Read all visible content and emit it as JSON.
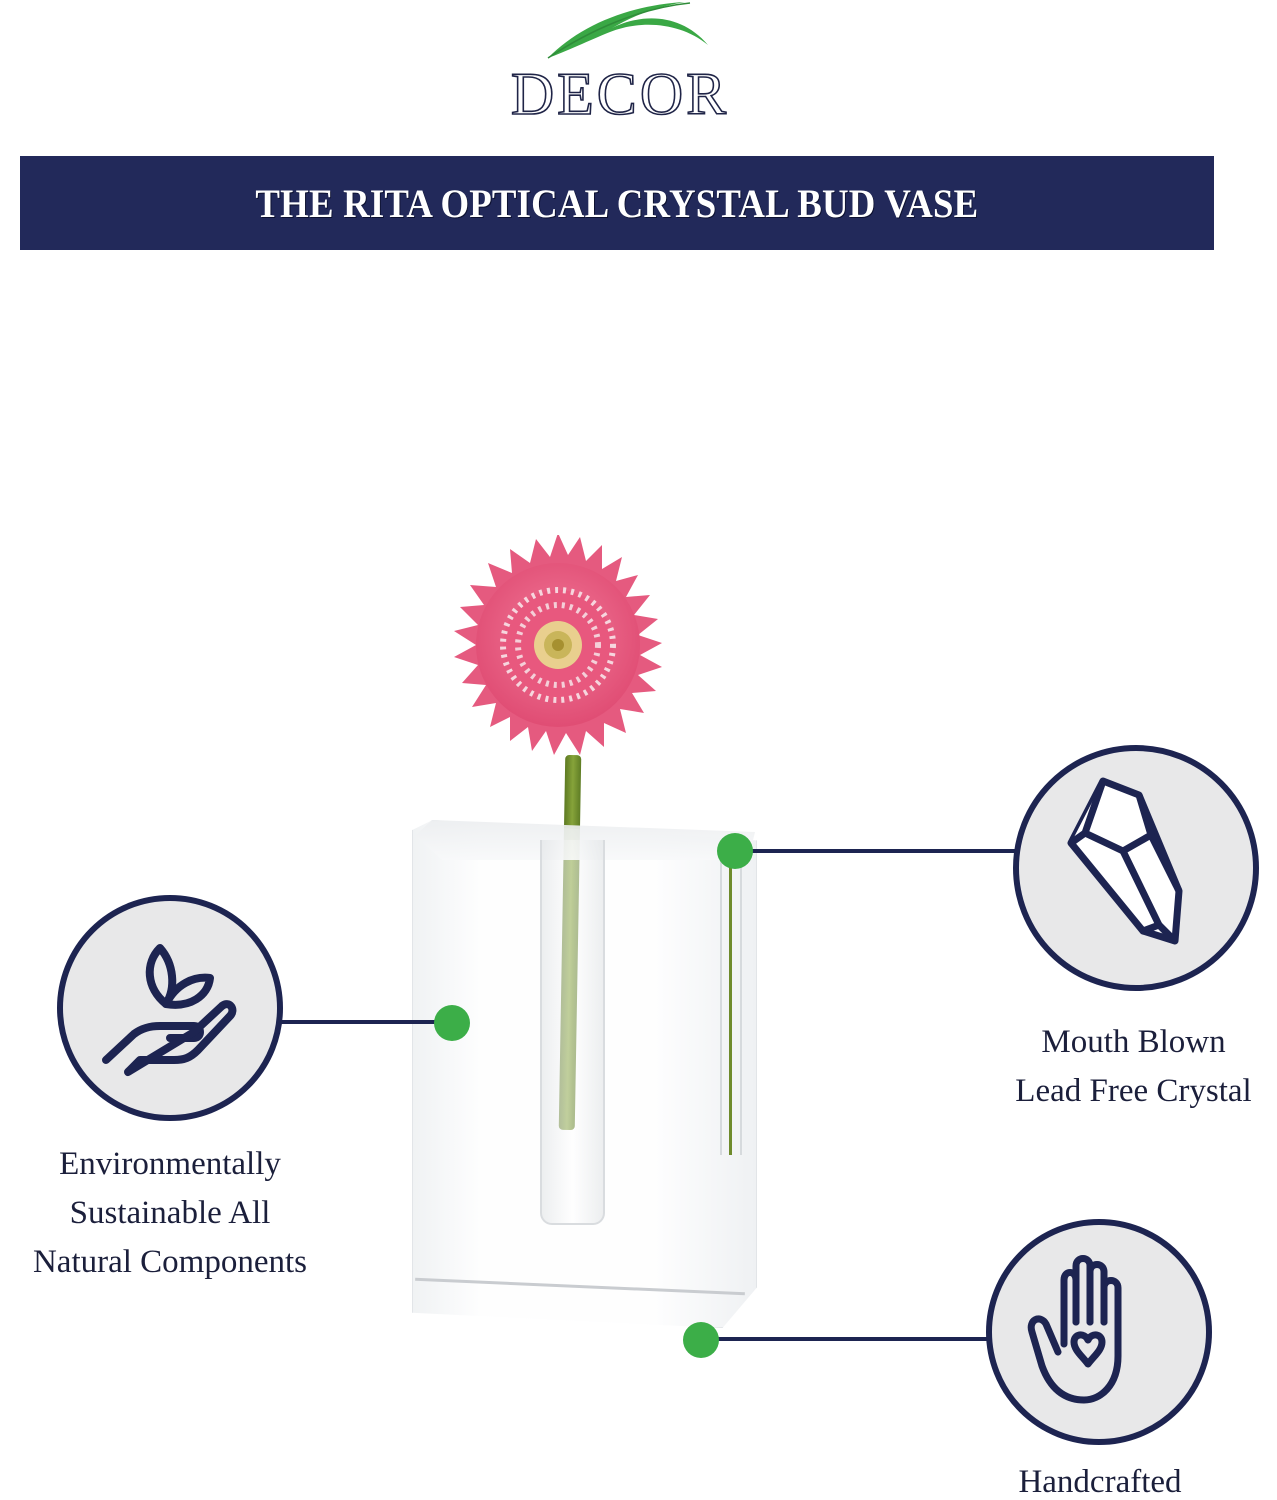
{
  "brand": {
    "logo_text": "DECOR",
    "logo_icon": "leaf-swoosh-icon",
    "leaf_color": "#3aa845"
  },
  "banner": {
    "title": "THE RITA OPTICAL CRYSTAL BUD VASE",
    "background_color": "#22295a",
    "text_color": "#ffffff"
  },
  "product": {
    "image_description": "Pink gerbera daisy in a rectangular clear crystal bud vase",
    "flower_color": "#e8557a"
  },
  "features": [
    {
      "icon": "hand-holding-plant-icon",
      "label_lines": [
        "Environmentally",
        "Sustainable All",
        "Natural Components"
      ]
    },
    {
      "icon": "crystal-icon",
      "label_lines": [
        "Mouth Blown",
        "Lead Free Crystal"
      ]
    },
    {
      "icon": "hand-heart-icon",
      "label_lines": [
        "Handcrafted"
      ]
    }
  ],
  "colors": {
    "navy": "#1d2451",
    "dot_green": "#3cae48",
    "icon_circle_fill": "#e8e8e9"
  }
}
